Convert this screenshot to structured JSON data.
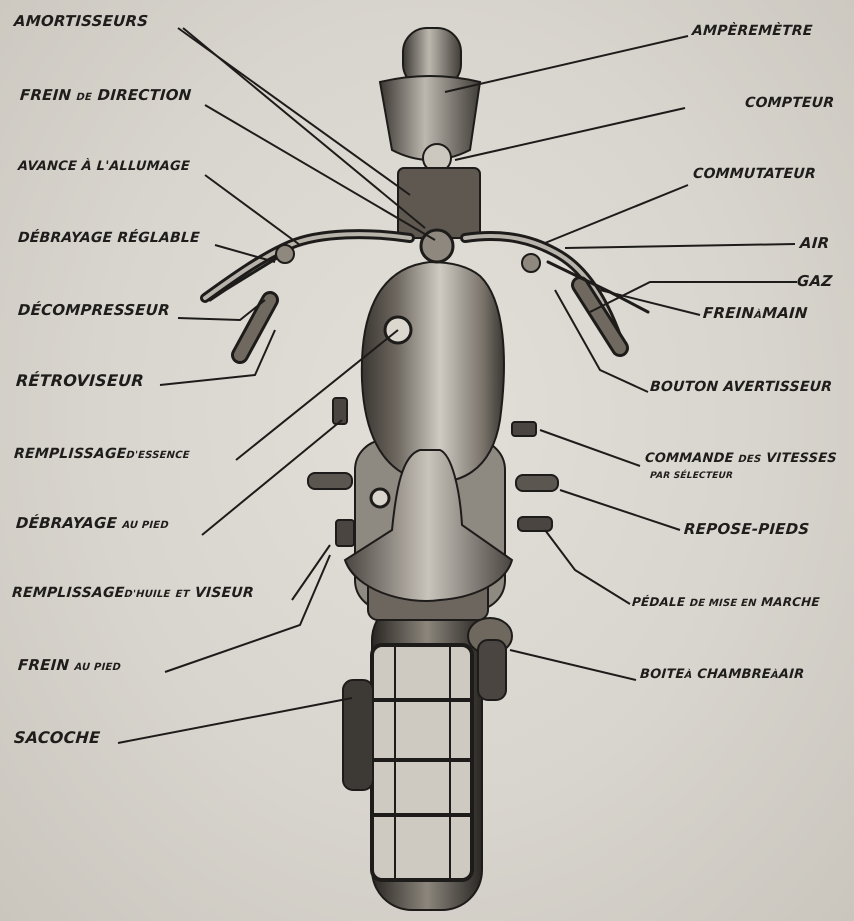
{
  "colors": {
    "ink": "#1f1d1b",
    "paper": "#d9d6cf"
  },
  "labels_left": {
    "amortisseurs": "AMORTISSEURS",
    "frein_direction_a": "FREIN",
    "frein_direction_b": "DE",
    "frein_direction_c": "DIRECTION",
    "avance_allumage": "AVANCE À L'ALLUMAGE",
    "debrayage_reglable": "DÉBRAYAGE RÉGLABLE",
    "decompresseur": "DÉCOMPRESSEUR",
    "retroviseur": "RÉTROVISEUR",
    "remplissage_essence_a": "REMPLISSAGE",
    "remplissage_essence_b": "D'ESSENCE",
    "debrayage_pied_a": "DÉBRAYAGE",
    "debrayage_pied_b": "AU PIED",
    "remplissage_huile_a": "REMPLISSAGE",
    "remplissage_huile_b": "D'HUILE",
    "remplissage_huile_c": "ET",
    "remplissage_huile_d": "VISEUR",
    "frein_pied_a": "FREIN",
    "frein_pied_b": "AU PIED",
    "sacoche": "SACOCHE"
  },
  "labels_right": {
    "amperemetre": "AMPÈREMÈTRE",
    "compteur": "COMPTEUR",
    "commutateur": "COMMUTATEUR",
    "air": "AIR",
    "gaz": "GAZ",
    "frein_main_a": "FREIN",
    "frein_main_b": "À",
    "frein_main_c": "MAIN",
    "bouton_avertisseur": "BOUTON AVERTISSEUR",
    "commande_vitesses_a": "COMMANDE",
    "commande_vitesses_b": "DES",
    "commande_vitesses_c": "VITESSES",
    "par_selecteur": "PAR SÉLECTEUR",
    "repose_pieds": "REPOSE-PIEDS",
    "pedale_a": "PÉDALE",
    "pedale_b": "DE MISE EN",
    "pedale_c": "MARCHE",
    "boite_a": "BOITE",
    "boite_b": "À",
    "boite_c": "CHAMBRE",
    "boite_d": "À",
    "boite_e": "AIR"
  }
}
